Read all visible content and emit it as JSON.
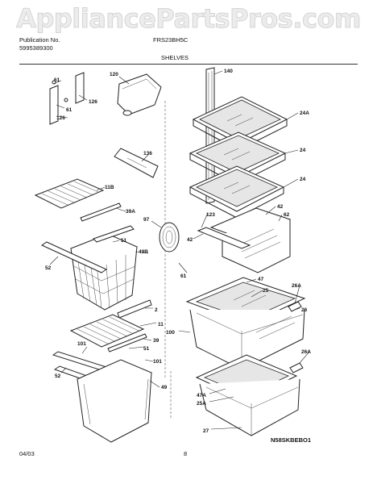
{
  "watermark": "AppliancePartsPros.com",
  "header": {
    "publication_label": "Publication No.",
    "publication_number": "5995389300",
    "model": "FRS23BH5C",
    "section_title": "SHELVES"
  },
  "footer": {
    "date": "04/03",
    "page": "8",
    "diagram_code": "N58SKBEBO1"
  },
  "part_labels": [
    "61",
    "120",
    "126",
    "61",
    "126",
    "140",
    "24A",
    "136",
    "24",
    "11B",
    "24",
    "39A",
    "97",
    "42",
    "123",
    "62",
    "51",
    "42",
    "49B",
    "52",
    "61",
    "47",
    "26A",
    "25",
    "26",
    "2",
    "11",
    "100",
    "39",
    "101",
    "51",
    "26A",
    "101",
    "52",
    "49",
    "47A",
    "25A",
    "27"
  ]
}
